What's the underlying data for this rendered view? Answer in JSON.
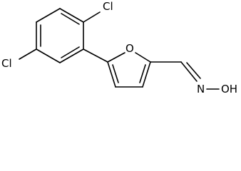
{
  "molecule": {
    "atom_labels": {
      "cl_top": "Cl",
      "cl_left": "Cl",
      "oxygen_ring": "O",
      "nitrogen": "N",
      "hydroxyl": "OH"
    }
  }
}
